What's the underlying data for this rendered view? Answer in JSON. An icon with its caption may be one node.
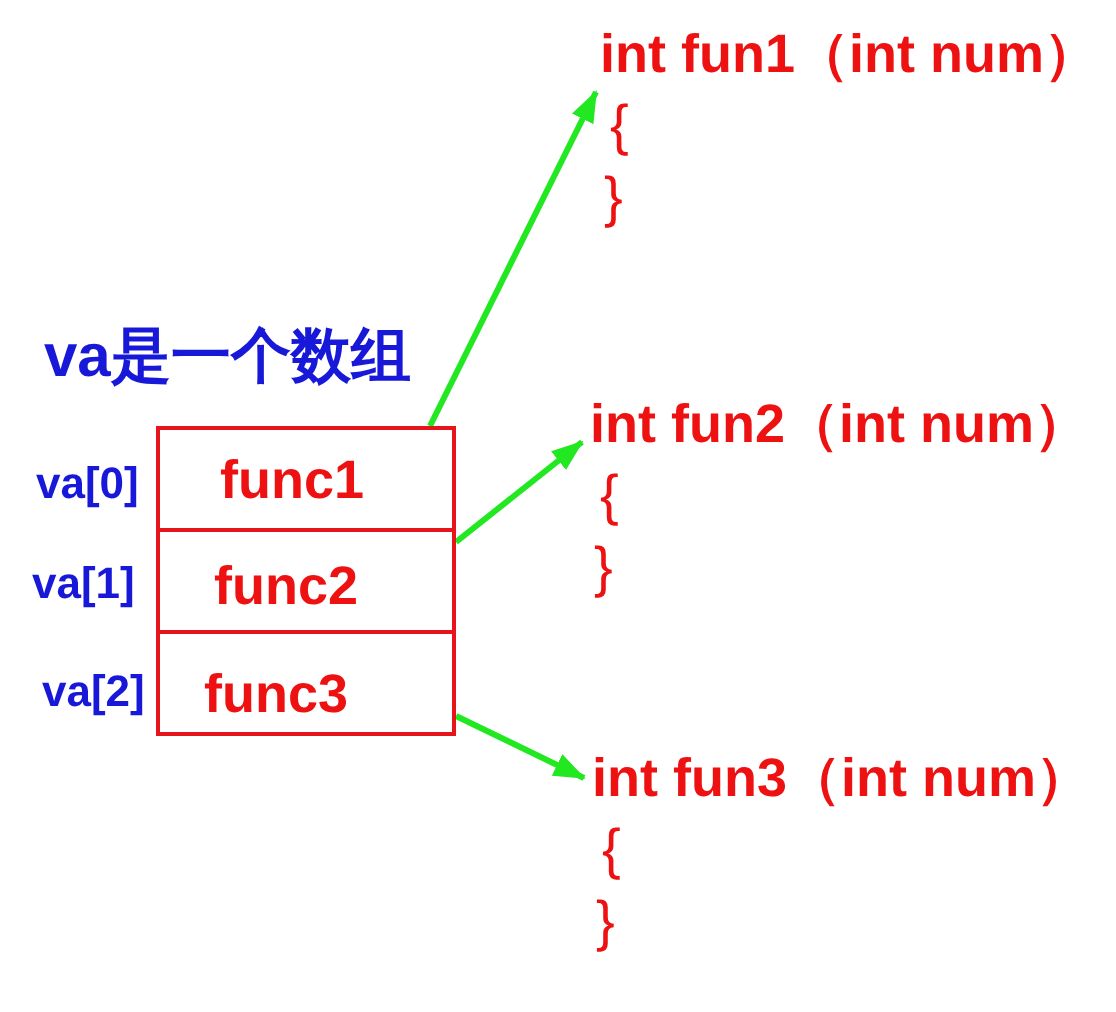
{
  "diagram": {
    "nodes": [
      {
        "text": [
          "va是一个数组"
        ]
      },
      {
        "text": [
          "func1"
        ],
        "in": 0,
        "beside": [
          "va[0]"
        ]
      },
      {
        "text": [
          "func2"
        ],
        "in": 0,
        "beside": [
          "va[1]"
        ]
      },
      {
        "text": [
          "func3"
        ],
        "in": 0,
        "beside": [
          "va[2]"
        ]
      },
      {
        "text": [
          "int fun1（int num）",
          "{",
          "}"
        ]
      },
      {
        "text": [
          "int fun2（int num）",
          "{",
          "}"
        ]
      },
      {
        "text": [
          "int fun3（int num）",
          "{",
          "}"
        ]
      }
    ],
    "edges": [
      {
        "from": 1,
        "to": 4,
        "arrow": "to"
      },
      {
        "from": 2,
        "to": 5,
        "arrow": "to"
      },
      {
        "from": 3,
        "to": 6,
        "arrow": "to"
      }
    ]
  }
}
